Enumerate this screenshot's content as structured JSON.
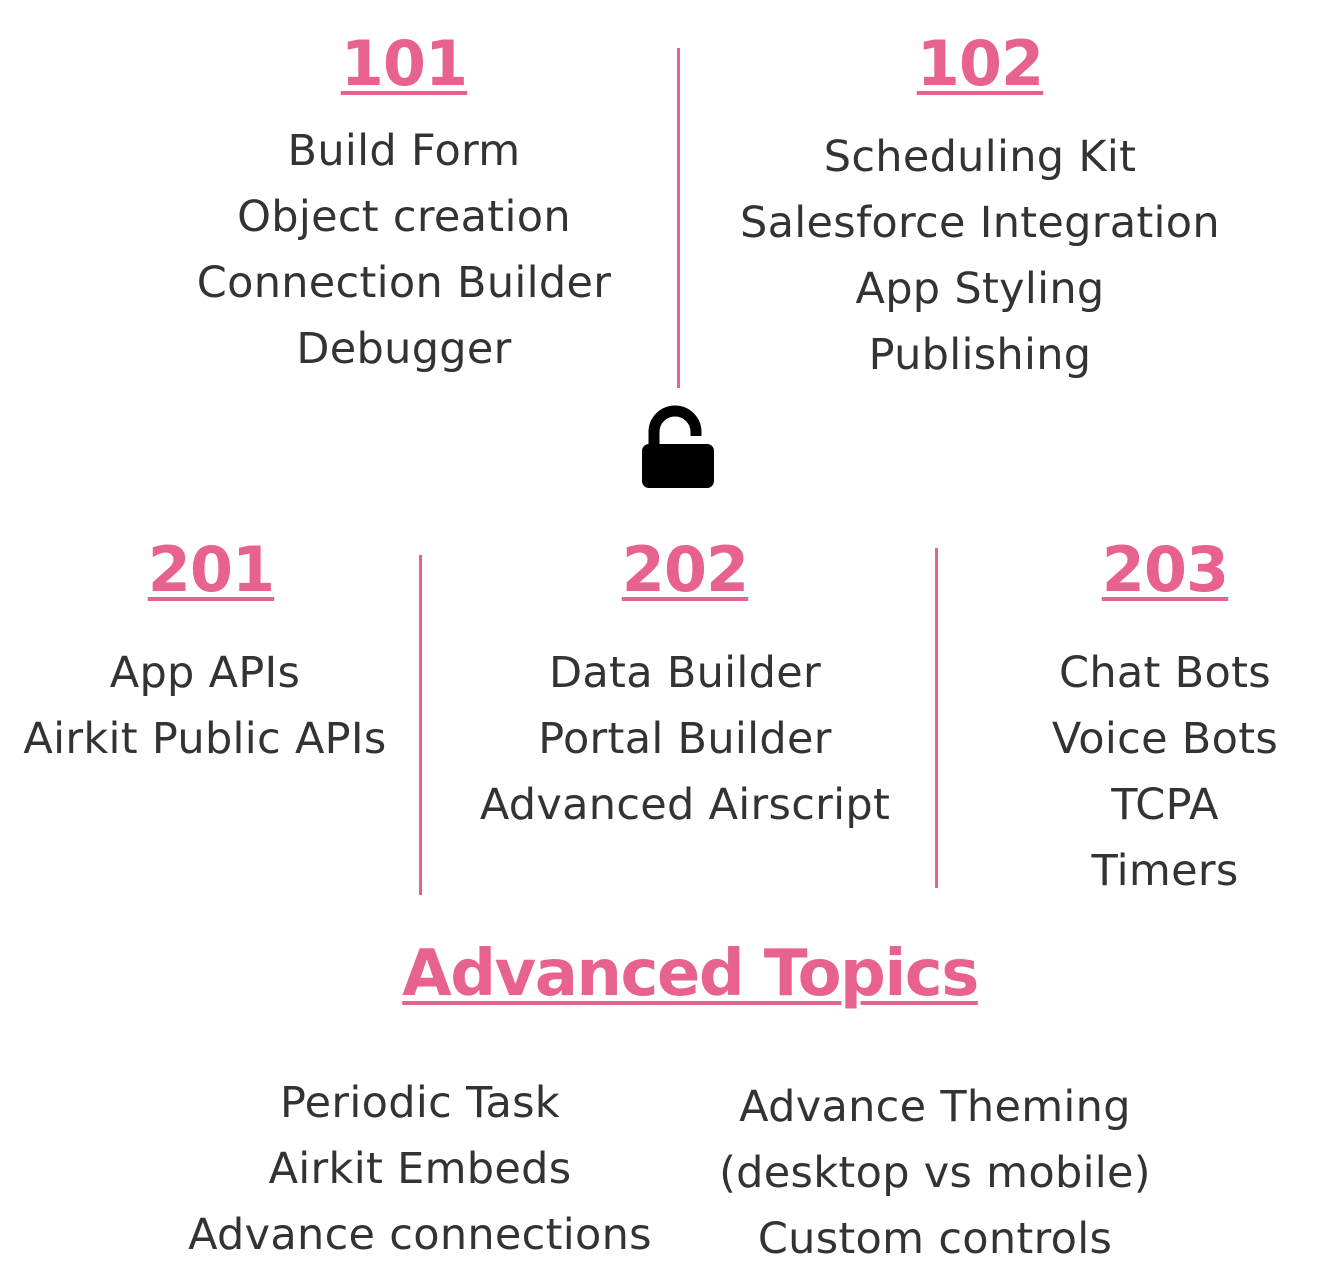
{
  "sections": {
    "s101": {
      "title": "101",
      "items": [
        "Build Form",
        "Object creation",
        "Connection Builder",
        "Debugger"
      ]
    },
    "s102": {
      "title": "102",
      "items": [
        "Scheduling Kit",
        "Salesforce Integration",
        "App Styling",
        "Publishing"
      ]
    },
    "s201": {
      "title": "201",
      "items": [
        "App APIs",
        "Airkit Public APIs"
      ]
    },
    "s202": {
      "title": "202",
      "items": [
        "Data Builder",
        "Portal Builder",
        "Advanced Airscript"
      ]
    },
    "s203": {
      "title": "203",
      "items": [
        "Chat Bots",
        "Voice Bots",
        "TCPA",
        "Timers"
      ]
    },
    "advanced": {
      "title": "Advanced Topics",
      "left_items": [
        "Periodic Task",
        "Airkit Embeds",
        "Advance connections"
      ],
      "right_items": [
        "Advance Theming",
        "(desktop vs mobile)",
        "Custom controls"
      ]
    }
  },
  "icons": {
    "lock": "unlocked-padlock-icon"
  },
  "colors": {
    "accent": "#e8628f",
    "text": "#333333",
    "icon": "#000000",
    "background": "#ffffff"
  }
}
